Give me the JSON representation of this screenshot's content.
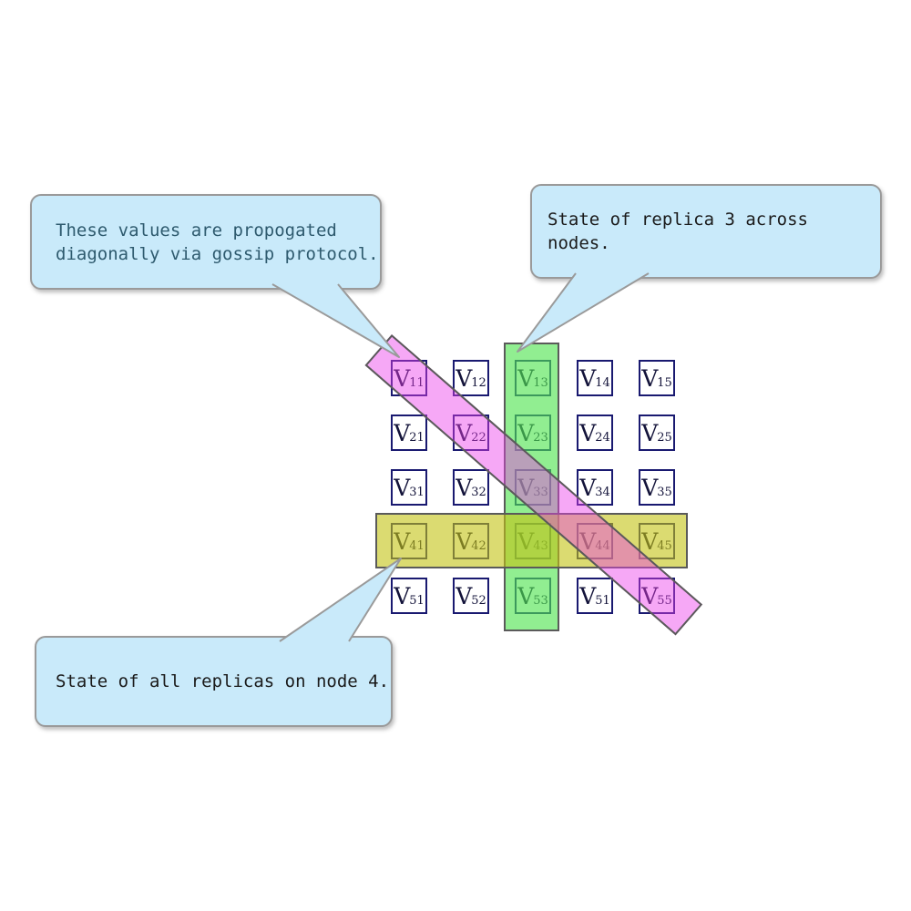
{
  "diagram_title": "replica-state-matrix",
  "callout_style": {
    "fill": "#C9EAFA",
    "border": "#9A9A9A"
  },
  "callouts": [
    {
      "id": "gossip",
      "lines": [
        "These values are propogated",
        "diagonally via gossip protocol."
      ],
      "text_color": "#2E5A6E",
      "points_to": "diagonal-highlight"
    },
    {
      "id": "replica",
      "lines": [
        "State of replica 3 across nodes."
      ],
      "text_color": "#1a1a1a",
      "points_to": "replica-column-highlight"
    },
    {
      "id": "node",
      "lines": [
        "State of all replicas on node 4."
      ],
      "text_color": "#1a1a1a",
      "points_to": "node-row-highlight"
    }
  ],
  "matrix": {
    "symbol": "V",
    "rows": [
      [
        "11",
        "12",
        "13",
        "14",
        "15"
      ],
      [
        "21",
        "22",
        "23",
        "24",
        "25"
      ],
      [
        "31",
        "32",
        "33",
        "34",
        "35"
      ],
      [
        "41",
        "42",
        "43",
        "44",
        "45"
      ],
      [
        "51",
        "52",
        "53",
        "51",
        "55"
      ]
    ],
    "cell_border_color": "#191970",
    "cell_text_color": "#13133a"
  },
  "bands": {
    "column": {
      "fill": "rgba(80,228,80,0.63)",
      "border": "#5a5a5a",
      "meaning": "replica 3 across nodes"
    },
    "row": {
      "fill": "rgba(195,195,18,0.60)",
      "border": "#5a5a5a",
      "meaning": "all replicas on node 4"
    },
    "diagonal": {
      "fill": "rgba(235,62,235,0.45)",
      "border": "#5a5a5a",
      "meaning": "gossip-propagated diagonal"
    }
  }
}
